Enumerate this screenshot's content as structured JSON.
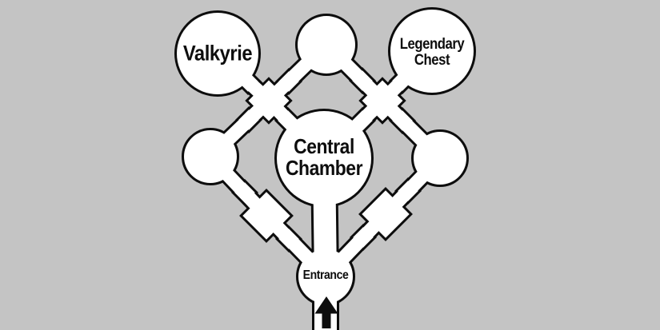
{
  "colors": {
    "background": "#c4c4c4",
    "outline": "#0d0d0d",
    "room_fill": "#ffffff",
    "label_text": "#0d0d0d",
    "arrow": "#0d0d0d"
  },
  "map": {
    "rooms": {
      "valkyrie": {
        "label": "Valkyrie"
      },
      "legendary_chest": {
        "line1": "Legendary",
        "line2": "Chest"
      },
      "central_chamber": {
        "line1": "Central",
        "line2": "Chamber"
      },
      "entrance": {
        "label": "Entrance"
      },
      "north_room": {
        "label": ""
      },
      "west_room": {
        "label": ""
      },
      "east_room": {
        "label": ""
      }
    },
    "junctions": [
      "northwest-junction",
      "northeast-junction",
      "southwest-junction",
      "southeast-junction"
    ],
    "connections": [
      [
        "valkyrie",
        "northwest-junction"
      ],
      [
        "north-room",
        "northwest-junction"
      ],
      [
        "west-room",
        "northwest-junction"
      ],
      [
        "central-chamber",
        "northwest-junction"
      ],
      [
        "north-room",
        "northeast-junction"
      ],
      [
        "legendary-chest",
        "northeast-junction"
      ],
      [
        "central-chamber",
        "northeast-junction"
      ],
      [
        "east-room",
        "northeast-junction"
      ],
      [
        "west-room",
        "southwest-junction"
      ],
      [
        "southwest-junction",
        "entrance"
      ],
      [
        "east-room",
        "southeast-junction"
      ],
      [
        "southeast-junction",
        "entrance"
      ],
      [
        "central-chamber",
        "entrance"
      ],
      [
        "entrance",
        "bottom-exit"
      ]
    ],
    "entry_arrow": {
      "direction": "up",
      "points_to": "entrance"
    }
  }
}
